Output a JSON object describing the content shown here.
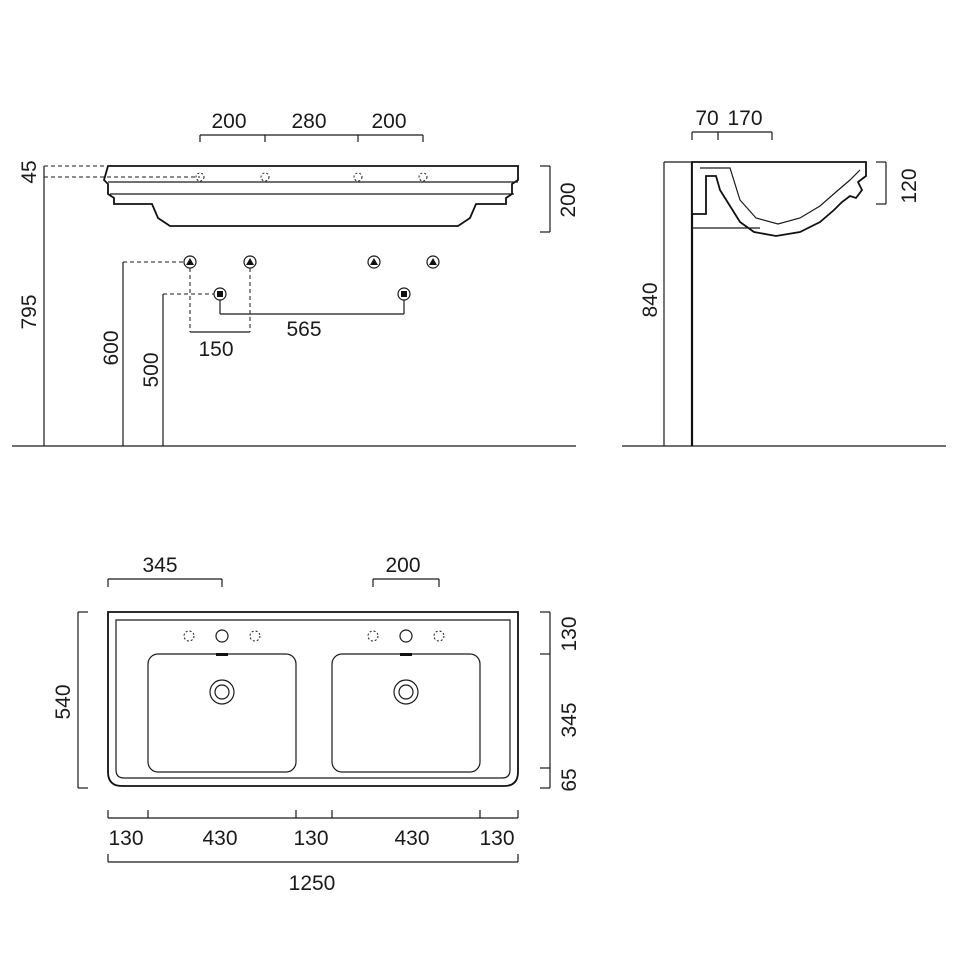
{
  "front_view": {
    "top_dims": [
      "200",
      "280",
      "200"
    ],
    "left_dims": [
      "45",
      "795"
    ],
    "right_dim": "200",
    "pipe_dims": [
      "600",
      "500",
      "150",
      "565"
    ]
  },
  "side_view": {
    "top_dims": [
      "70",
      "170"
    ],
    "right_dim": "120",
    "height_dim": "840"
  },
  "plan_view": {
    "top_dims": [
      "345",
      "200"
    ],
    "left_dim": "540",
    "right_dims": [
      "130",
      "345",
      "65"
    ],
    "bottom_dims": [
      "130",
      "430",
      "130",
      "430",
      "130"
    ],
    "total_dim": "1250"
  }
}
